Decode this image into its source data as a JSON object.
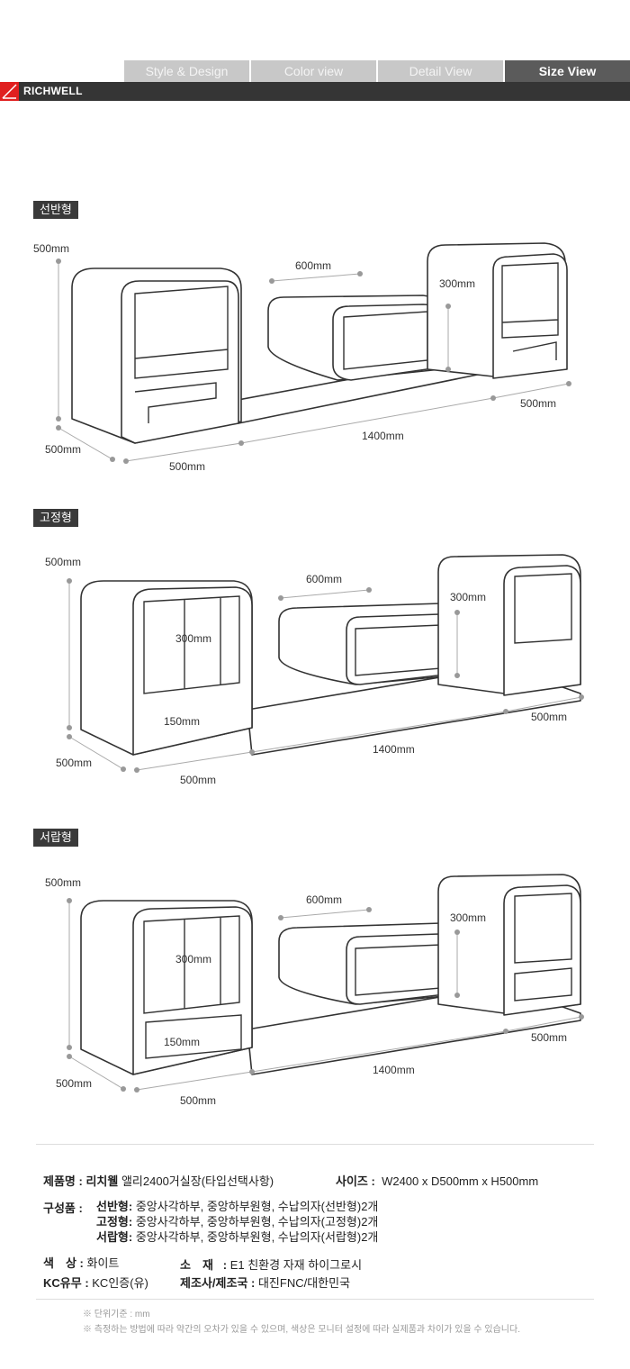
{
  "nav": {
    "tabs": [
      {
        "label": "Style & Design"
      },
      {
        "label": "Color view"
      },
      {
        "label": "Detail View"
      },
      {
        "label": "Size View"
      }
    ],
    "active_tab": "Size View"
  },
  "brand": {
    "name": "RICHWELL",
    "color": "#e02020"
  },
  "diagrams": [
    {
      "title": "선반형",
      "labels": {
        "height": "500mm",
        "middle_width": "600mm",
        "middle_height": "300mm",
        "right_depth": "500mm",
        "base_length": "1400mm",
        "left_depth": "500mm",
        "left_width": "500mm"
      }
    },
    {
      "title": "고정형",
      "labels": {
        "height": "500mm",
        "middle_width": "600mm",
        "middle_height": "300mm",
        "inner_height": "300mm",
        "lower_height": "150mm",
        "right_depth": "500mm",
        "base_length": "1400mm",
        "left_depth": "500mm",
        "left_width": "500mm"
      }
    },
    {
      "title": "서랍형",
      "labels": {
        "height": "500mm",
        "middle_width": "600mm",
        "middle_height": "300mm",
        "inner_height": "300mm",
        "lower_height": "150mm",
        "right_depth": "500mm",
        "base_length": "1400mm",
        "left_depth": "500mm",
        "left_width": "500mm"
      }
    }
  ],
  "specs": {
    "product_label": "제품명",
    "product_brand": "리치웰",
    "product_value": "앨리2400거실장(타입선택사항)",
    "size_label": "사이즈 :",
    "size_value": "W2400 x D500mm x H500mm",
    "components_label": "구성품",
    "components": [
      {
        "type": "선반형:",
        "value": "중앙사각하부, 중앙하부원형, 수납의자(선반형)2개"
      },
      {
        "type": "고정형:",
        "value": "중앙사각하부, 중앙하부원형, 수납의자(고정형)2개"
      },
      {
        "type": "서랍형:",
        "value": "중앙사각하부, 중앙하부원형, 수납의자(서랍형)2개"
      }
    ],
    "color_label": "색　상",
    "color_value": "화이트",
    "material_label": "소　재",
    "material_value": "E1 친환경 자재 하이그로시",
    "kc_label": "KC유무",
    "kc_value": "KC인증(유)",
    "maker_label": "제조사/제조국 :",
    "maker_value": "대진FNC/대한민국"
  },
  "notes": [
    "※ 단위기준 : mm",
    "※ 측정하는 방법에 따라 약간의 오차가 있을 수 있으며,  색상은 모니터 설정에 따라 실제품과 차이가 있을 수 있습니다."
  ]
}
